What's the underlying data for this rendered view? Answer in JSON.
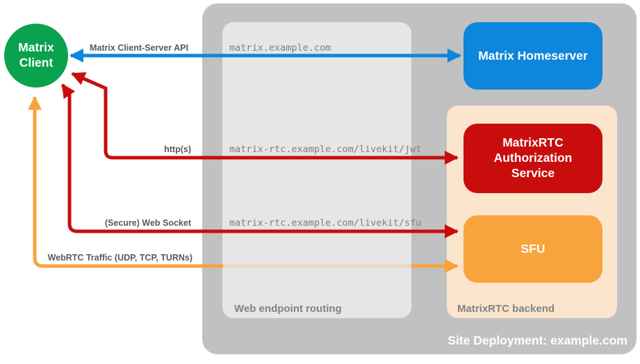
{
  "colors": {
    "green": "#0aa24e",
    "blue": "#0e86db",
    "red": "#c90d0d",
    "orange": "#f9a33c",
    "container_gray": "#c1c1c1",
    "routing_gray": "#e6e6e6",
    "backend_peach": "#fbe5cd"
  },
  "container": {
    "title": "Site Deployment: example.com"
  },
  "client": {
    "label": "Matrix Client"
  },
  "zones": {
    "routing": {
      "label": "Web endpoint routing"
    },
    "backend": {
      "label": "MatrixRTC backend"
    }
  },
  "nodes": {
    "homeserver": {
      "label": "Matrix Homeserver"
    },
    "auth_service": {
      "label": "MatrixRTC Authorization Service"
    },
    "sfu": {
      "label": "SFU"
    }
  },
  "connections": {
    "client_server_api": {
      "label": "Matrix Client-Server API",
      "endpoint": "matrix.example.com"
    },
    "http": {
      "label": "http(s)",
      "endpoint": "matrix-rtc.example.com/livekit/jwt"
    },
    "websocket": {
      "label": "(Secure) Web Socket",
      "endpoint": "matrix-rtc.example.com/livekit/sfu"
    },
    "webrtc": {
      "label": "WebRTC Traffic (UDP, TCP, TURNs)"
    }
  }
}
